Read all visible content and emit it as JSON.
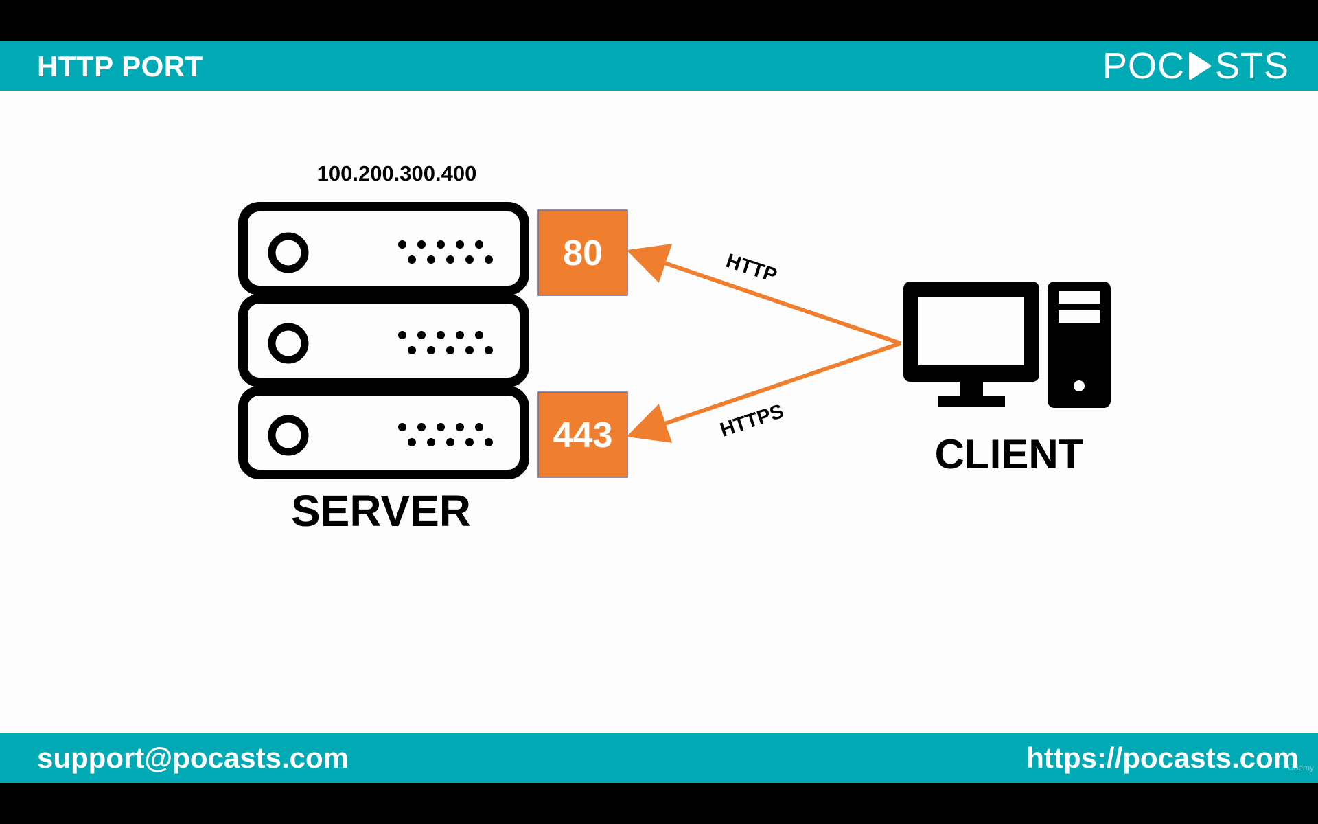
{
  "header": {
    "title": "HTTP PORT",
    "logo_text_left": "POC",
    "logo_text_right": "STS"
  },
  "diagram": {
    "server": {
      "ip": "100.200.300.400",
      "label": "SERVER",
      "unit_count": 3
    },
    "ports": [
      {
        "number": "80",
        "protocol": "HTTP"
      },
      {
        "number": "443",
        "protocol": "HTTPS"
      }
    ],
    "client": {
      "label": "CLIENT"
    }
  },
  "footer": {
    "email": "support@pocasts.com",
    "url": "https://pocasts.com",
    "watermark": "Udemy"
  },
  "colors": {
    "accent_teal": "#00aab4",
    "port_orange": "#ef7f2f",
    "ink": "#000000",
    "background": "#fdfdfd"
  }
}
